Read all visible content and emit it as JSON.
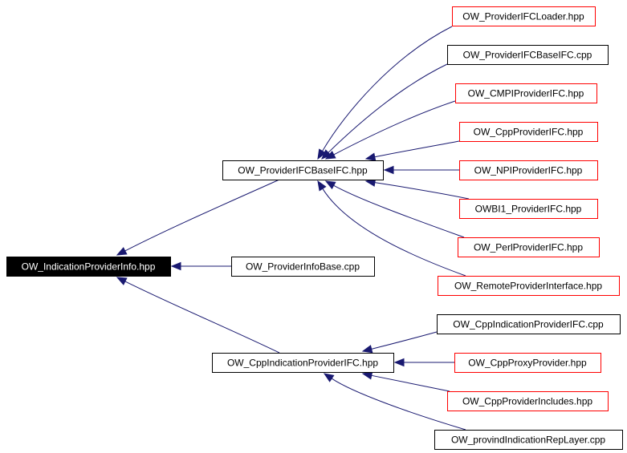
{
  "colors": {
    "edge": "#191970",
    "border_documented": "#000000",
    "border_undocumented": "#ff0000",
    "root_fill": "#000000",
    "root_text": "#ffffff",
    "node_fill": "#ffffff",
    "node_text": "#000000"
  },
  "nodes": [
    {
      "id": "root",
      "label": "OW_IndicationProviderInfo.hpp",
      "style": "root"
    },
    {
      "id": "ifcbase_hpp",
      "label": "OW_ProviderIFCBaseIFC.hpp",
      "style": "documented"
    },
    {
      "id": "infobase_cpp",
      "label": "OW_ProviderInfoBase.cpp",
      "style": "documented"
    },
    {
      "id": "cppind_hpp",
      "label": "OW_CppIndicationProviderIFC.hpp",
      "style": "documented"
    },
    {
      "id": "loader_hpp",
      "label": "OW_ProviderIFCLoader.hpp",
      "style": "undocumented"
    },
    {
      "id": "ifcbase_cpp",
      "label": "OW_ProviderIFCBaseIFC.cpp",
      "style": "documented"
    },
    {
      "id": "cmpi_hpp",
      "label": "OW_CMPIProviderIFC.hpp",
      "style": "undocumented"
    },
    {
      "id": "cpp_hpp",
      "label": "OW_CppProviderIFC.hpp",
      "style": "undocumented"
    },
    {
      "id": "npi_hpp",
      "label": "OW_NPIProviderIFC.hpp",
      "style": "undocumented"
    },
    {
      "id": "bi1_hpp",
      "label": "OWBI1_ProviderIFC.hpp",
      "style": "undocumented"
    },
    {
      "id": "perl_hpp",
      "label": "OW_PerlProviderIFC.hpp",
      "style": "undocumented"
    },
    {
      "id": "remote_hpp",
      "label": "OW_RemoteProviderInterface.hpp",
      "style": "undocumented"
    },
    {
      "id": "cppind_cpp",
      "label": "OW_CppIndicationProviderIFC.cpp",
      "style": "documented"
    },
    {
      "id": "proxy_hpp",
      "label": "OW_CppProxyProvider.hpp",
      "style": "undocumented"
    },
    {
      "id": "includes_hpp",
      "label": "OW_CppProviderIncludes.hpp",
      "style": "undocumented"
    },
    {
      "id": "replayer_cpp",
      "label": "OW_provindIndicationRepLayer.cpp",
      "style": "documented"
    }
  ],
  "edges": [
    {
      "from": "ifcbase_hpp",
      "to": "root"
    },
    {
      "from": "infobase_cpp",
      "to": "root"
    },
    {
      "from": "cppind_hpp",
      "to": "root"
    },
    {
      "from": "loader_hpp",
      "to": "ifcbase_hpp"
    },
    {
      "from": "ifcbase_cpp",
      "to": "ifcbase_hpp"
    },
    {
      "from": "cmpi_hpp",
      "to": "ifcbase_hpp"
    },
    {
      "from": "cpp_hpp",
      "to": "ifcbase_hpp"
    },
    {
      "from": "npi_hpp",
      "to": "ifcbase_hpp"
    },
    {
      "from": "bi1_hpp",
      "to": "ifcbase_hpp"
    },
    {
      "from": "perl_hpp",
      "to": "ifcbase_hpp"
    },
    {
      "from": "remote_hpp",
      "to": "ifcbase_hpp"
    },
    {
      "from": "cppind_cpp",
      "to": "cppind_hpp"
    },
    {
      "from": "proxy_hpp",
      "to": "cppind_hpp"
    },
    {
      "from": "includes_hpp",
      "to": "cppind_hpp"
    },
    {
      "from": "replayer_cpp",
      "to": "cppind_hpp"
    }
  ]
}
